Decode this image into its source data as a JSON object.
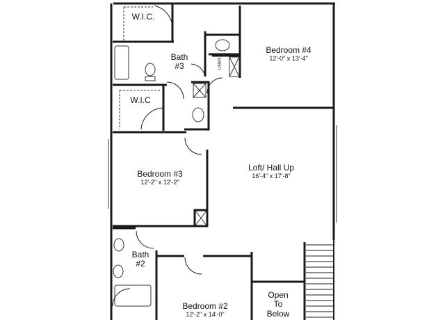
{
  "rooms": {
    "wic_top": {
      "name": "W.I.C."
    },
    "bath3": {
      "line1": "Bath",
      "line2": "#3"
    },
    "bedroom4": {
      "name": "Bedroom #4",
      "dims": "12'-0\" x 13'-4\""
    },
    "linen": {
      "name": "LINEN"
    },
    "wic_mid": {
      "name": "W.I.C"
    },
    "bedroom3": {
      "name": "Bedroom #3",
      "dims": "12'-2\" x 12'-2\""
    },
    "loft": {
      "name": "Loft/ Hall Up",
      "dims": "16'-4\" x 17'-8\""
    },
    "bath2": {
      "line1": "Bath",
      "line2": "#2"
    },
    "bedroom2": {
      "name": "Bedroom #2",
      "dims": "12'-2\" x 14'-0\""
    },
    "open_to_below": {
      "line1": "Open",
      "line2": "To",
      "line3": "Below"
    }
  },
  "colors": {
    "wall": "#1a1a1a",
    "fixture": "#333333",
    "background": "#ffffff"
  }
}
